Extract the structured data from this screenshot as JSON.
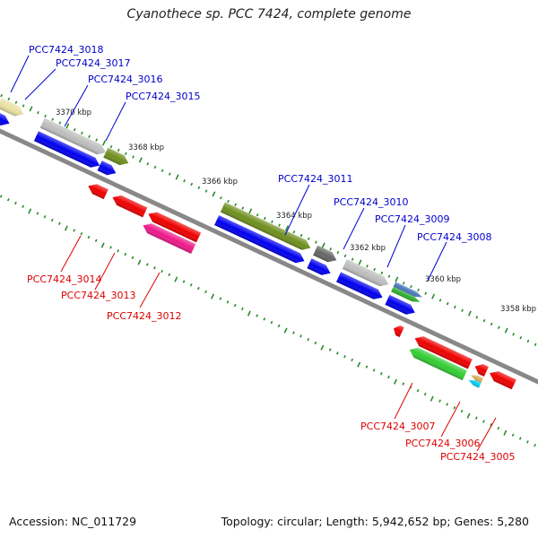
{
  "title": "Cyanothece sp. PCC 7424, complete genome",
  "footer": {
    "accession": "Accession: NC_011729",
    "topology": "Topology: circular; Length: 5,942,652 bp; Genes: 5,280"
  },
  "colors": {
    "forward_label": "#0000cc",
    "reverse_label": "#dd0000",
    "backbone": "#808080",
    "tick": "#2a8a2a"
  },
  "kbp_labels": [
    "3370 kbp",
    "3368 kbp",
    "3366 kbp",
    "3364 kbp",
    "3362 kbp",
    "3360 kbp",
    "3358 kbp"
  ],
  "forward_labels": [
    "PCC7424_3018",
    "PCC7424_3017",
    "PCC7424_3016",
    "PCC7424_3015",
    "PCC7424_3011",
    "PCC7424_3010",
    "PCC7424_3009",
    "PCC7424_3008"
  ],
  "reverse_labels": [
    "PCC7424_3014",
    "PCC7424_3013",
    "PCC7424_3012",
    "PCC7424_3007",
    "PCC7424_3006",
    "PCC7424_3005"
  ]
}
